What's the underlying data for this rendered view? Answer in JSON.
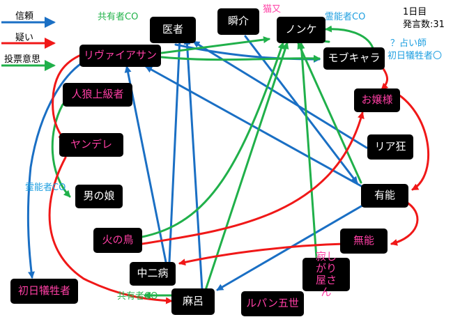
{
  "legend": {
    "trust": "信頼",
    "doubt": "疑い",
    "vote": "投票意思"
  },
  "info": {
    "day": "1日目",
    "statements": "発言数:31"
  },
  "colors": {
    "trust": "#1a6fc4",
    "doubt": "#f01818",
    "vote": "#20b04a",
    "node_bg": "#000000",
    "villager_text": "#ffffff",
    "wolf_side_text": "#ff3fa5",
    "co_green": "#22b34a",
    "co_blue": "#1f9fe0"
  },
  "nodes": {
    "ishi": "医者",
    "shunsuke": "瞬介",
    "nonke": "ノンケ",
    "riva": "リヴァイアサン",
    "mob": "モブキャラ",
    "jinro": "人狼上級者",
    "ojou": "お嬢様",
    "yandere": "ヤンデレ",
    "riakyou": "リア狂",
    "otokonoko": "男の娘",
    "yuunou": "有能",
    "hinotori": "火の鳥",
    "munou": "無能",
    "chuuni": "中二病",
    "sabishi": "寂しがり屋さん",
    "shonichi": "初日犠牲者",
    "maro": "麻呂",
    "lupin": "ルパン五世"
  },
  "annotations": {
    "ishi_co": "共有者CO",
    "shunsuke_role": "猫又",
    "nonke_co": "霊能者CO",
    "mob_line1": "？占い師",
    "mob_line2": "初日犠牲者〇",
    "otokonoko_co": "霊能者CO",
    "maro_co": "共有者CO"
  }
}
